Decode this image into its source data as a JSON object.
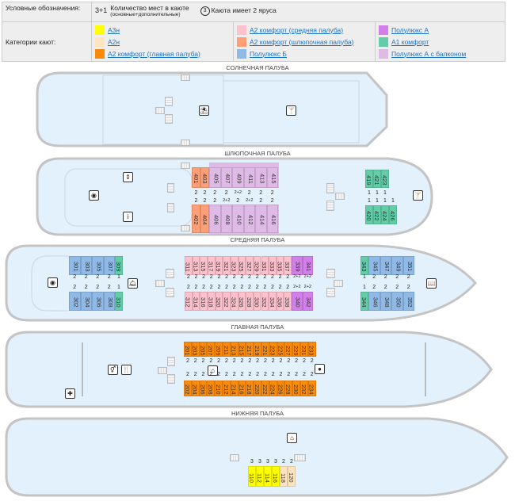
{
  "legend": {
    "title": "Условные обозначения:",
    "seats_example": "3+1",
    "seats_label": "Количество мест в каюте",
    "seats_sub": "(основные+дополнительные)",
    "tier_example": "3",
    "tier_label": "Каюта имеет 2 яруса",
    "categories_title": "Категории кают:",
    "categories": [
      {
        "id": "a3n",
        "label": "А3н",
        "color": "#ffff00"
      },
      {
        "id": "a2n",
        "label": "А2н",
        "color": "#ffe4bf"
      },
      {
        "id": "a2main",
        "label": "А2 комфорт (главная палуба)",
        "color": "#fb8a0b"
      },
      {
        "id": "a2mid",
        "label": "А2 комфорт (средняя палуба)",
        "color": "#ffc1cb"
      },
      {
        "id": "a2boat",
        "label": "А2 комфорт (шлюпочная палуба)",
        "color": "#ff9f77"
      },
      {
        "id": "plb",
        "label": "Полулюкс Б",
        "color": "#8fb9e6"
      },
      {
        "id": "pla",
        "label": "Полулюкс А",
        "color": "#d37fe9"
      },
      {
        "id": "a1",
        "label": "А1 комфорт",
        "color": "#62cda8"
      },
      {
        "id": "plab",
        "label": "Полулюкс А с балконом",
        "color": "#dfbae6"
      }
    ]
  },
  "colors": {
    "hull_fill": "#e2f1fb",
    "hull_stroke": "#c4c4c4"
  },
  "decks": [
    {
      "id": "sun",
      "title": "СОЛНЕЧНАЯ ПАЛУБА",
      "rows": []
    },
    {
      "id": "boat",
      "title": "ШЛЮПОЧНАЯ ПАЛУБА",
      "rows": [
        [
          [
            "401",
            "a2boat",
            "2"
          ],
          [
            "403",
            "a2boat",
            "2"
          ],
          [
            "405",
            "plab",
            "2"
          ],
          [
            "407",
            "plab",
            "2"
          ],
          [
            "409",
            "plab",
            "2+2"
          ],
          [
            "411",
            "plab",
            "2"
          ],
          [
            "413",
            "plab",
            "2"
          ],
          [
            "415",
            "plab",
            "2"
          ]
        ],
        [
          [
            "402",
            "a2boat",
            "2"
          ],
          [
            "404",
            "a2boat",
            "2"
          ],
          [
            "406",
            "plab",
            "2"
          ],
          [
            "408",
            "plab",
            "2+2"
          ],
          [
            "410",
            "plab",
            "2"
          ],
          [
            "412",
            "plab",
            "2+2"
          ],
          [
            "414",
            "plab",
            "2"
          ],
          [
            "416",
            "plab",
            "2"
          ]
        ],
        [
          [
            "419",
            "a1",
            "1"
          ],
          [
            "421",
            "a1",
            "1"
          ],
          [
            "423",
            "a1",
            "1"
          ]
        ],
        [
          [
            "420",
            "a1",
            "1"
          ],
          [
            "422",
            "a1",
            "1"
          ],
          [
            "424",
            "a1",
            "1"
          ],
          [
            "426",
            "a1",
            "1"
          ]
        ]
      ]
    },
    {
      "id": "middle",
      "title": "СРЕДНЯЯ ПАЛУБА",
      "rows": [
        [
          [
            "301",
            "plb",
            "2"
          ],
          [
            "303",
            "plb",
            "2"
          ],
          [
            "305",
            "plb",
            "2"
          ],
          [
            "307",
            "plb",
            "2"
          ],
          [
            "309",
            "a1",
            "1"
          ]
        ],
        [
          [
            "302",
            "plb",
            "2"
          ],
          [
            "304",
            "plb",
            "2"
          ],
          [
            "306",
            "plb",
            "2"
          ],
          [
            "308",
            "plb",
            "2"
          ],
          [
            "310",
            "a1",
            "1"
          ]
        ],
        [
          [
            "311",
            "a2mid",
            "2"
          ],
          [
            "313",
            "a2mid",
            "2"
          ],
          [
            "315",
            "a2mid",
            "2"
          ],
          [
            "317",
            "a2mid",
            "2"
          ],
          [
            "319",
            "a2mid",
            "2"
          ],
          [
            "321",
            "a2mid",
            "2"
          ],
          [
            "323",
            "a2mid",
            "2"
          ],
          [
            "325",
            "a2mid",
            "2"
          ],
          [
            "327",
            "a2mid",
            "2"
          ],
          [
            "329",
            "a2mid",
            "2"
          ],
          [
            "331",
            "a2mid",
            "2"
          ],
          [
            "333",
            "a2mid",
            "2"
          ],
          [
            "335",
            "a2mid",
            "2"
          ],
          [
            "337",
            "a2mid",
            "2"
          ],
          [
            "339",
            "pla",
            "2+2"
          ],
          [
            "341",
            "pla",
            "2+2"
          ]
        ],
        [
          [
            "312",
            "a2mid",
            "2"
          ],
          [
            "314",
            "a2mid",
            "2"
          ],
          [
            "316",
            "a2mid",
            "2"
          ],
          [
            "318",
            "a2mid",
            "2"
          ],
          [
            "320",
            "a2mid",
            "2"
          ],
          [
            "322",
            "a2mid",
            "2"
          ],
          [
            "324",
            "a2mid",
            "2"
          ],
          [
            "326",
            "a2mid",
            "2"
          ],
          [
            "328",
            "a2mid",
            "2"
          ],
          [
            "330",
            "a2mid",
            "2"
          ],
          [
            "332",
            "a2mid",
            "2"
          ],
          [
            "334",
            "a2mid",
            "2"
          ],
          [
            "336",
            "a2mid",
            "2"
          ],
          [
            "338",
            "a2mid",
            "2"
          ],
          [
            "340",
            "pla",
            "2+2"
          ],
          [
            "342",
            "pla",
            "2+2"
          ]
        ],
        [
          [
            "343",
            "a1",
            "1"
          ],
          [
            "345",
            "plb",
            "2"
          ],
          [
            "347",
            "plb",
            "2"
          ],
          [
            "349",
            "plb",
            "2"
          ],
          [
            "351",
            "plb",
            "2"
          ]
        ],
        [
          [
            "344",
            "a1",
            "1"
          ],
          [
            "346",
            "plb",
            "2"
          ],
          [
            "348",
            "plb",
            "2"
          ],
          [
            "350",
            "plb",
            "2"
          ],
          [
            "352",
            "plb",
            "2"
          ]
        ]
      ]
    },
    {
      "id": "main",
      "title": "ГЛАВНАЯ ПАЛУБА",
      "rows": [
        [
          [
            "201",
            "a2main",
            "2"
          ],
          [
            "203",
            "a2main",
            "2"
          ],
          [
            "205",
            "a2main",
            "2"
          ],
          [
            "207",
            "a2main",
            "2"
          ],
          [
            "209",
            "a2main",
            "2"
          ],
          [
            "211",
            "a2main",
            "2"
          ],
          [
            "213",
            "a2main",
            "2"
          ],
          [
            "215",
            "a2main",
            "2"
          ],
          [
            "217",
            "a2main",
            "2"
          ],
          [
            "219",
            "a2main",
            "2"
          ],
          [
            "221",
            "a2main",
            "2"
          ],
          [
            "223",
            "a2main",
            "2"
          ],
          [
            "225",
            "a2main",
            "2"
          ],
          [
            "227",
            "a2main",
            "2"
          ],
          [
            "229",
            "a2main",
            "2"
          ],
          [
            "231",
            "a2main",
            "2"
          ],
          [
            "233",
            "a2main",
            "2"
          ]
        ],
        [
          [
            "202",
            "a2main",
            "2"
          ],
          [
            "204",
            "a2main",
            "2"
          ],
          [
            "206",
            "a2main",
            "2"
          ],
          [
            "208",
            "a2main",
            "2"
          ],
          [
            "210",
            "a2main",
            "2"
          ],
          [
            "212",
            "a2main",
            "2"
          ],
          [
            "214",
            "a2main",
            "2"
          ],
          [
            "216",
            "a2main",
            "2"
          ],
          [
            "218",
            "a2main",
            "2"
          ],
          [
            "220",
            "a2main",
            "2"
          ],
          [
            "222",
            "a2main",
            "2"
          ],
          [
            "224",
            "a2main",
            "2"
          ],
          [
            "226",
            "a2main",
            "2"
          ],
          [
            "228",
            "a2main",
            "2"
          ],
          [
            "230",
            "a2main",
            "2"
          ],
          [
            "232",
            "a2main",
            "2"
          ],
          [
            "234",
            "a2main",
            "2"
          ]
        ]
      ]
    },
    {
      "id": "lower",
      "title": "НИЖНЯЯ ПАЛУБА",
      "rows": [
        [
          [
            "110",
            "a3n",
            "3"
          ],
          [
            "112",
            "a3n",
            "3"
          ],
          [
            "114",
            "a3n",
            "3"
          ],
          [
            "116",
            "a3n",
            "3"
          ],
          [
            "118",
            "a2n",
            "2"
          ],
          [
            "120",
            "a2n",
            "2"
          ]
        ]
      ]
    }
  ]
}
